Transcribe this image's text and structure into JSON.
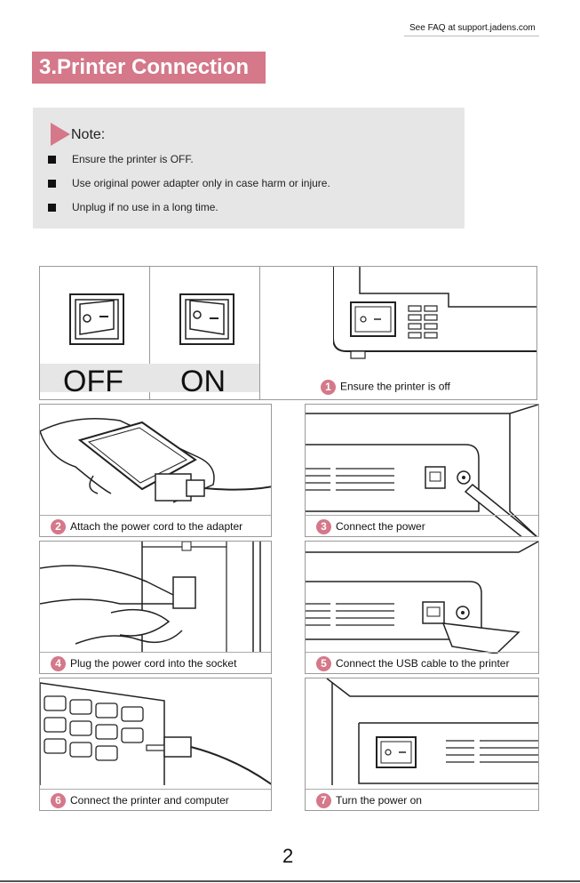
{
  "header": {
    "faq_link": "See FAQ at support.jadens.com"
  },
  "section": {
    "title": "3.Printer Connection"
  },
  "note": {
    "title": "Note:",
    "items": [
      "Ensure the printer is OFF.",
      "Use original power adapter only in case harm or injure.",
      "Unplug if no use in a long time."
    ]
  },
  "switch_labels": {
    "off": "OFF",
    "on": "ON"
  },
  "steps": [
    {
      "num": "1",
      "caption": "Ensure the printer is off"
    },
    {
      "num": "2",
      "caption": "Attach the power cord to the adapter"
    },
    {
      "num": "3",
      "caption": "Connect the power"
    },
    {
      "num": "4",
      "caption": "Plug the power cord into the socket"
    },
    {
      "num": "5",
      "caption": "Connect the USB cable to the printer"
    },
    {
      "num": "6",
      "caption": "Connect the printer and computer"
    },
    {
      "num": "7",
      "caption": "Turn the power on"
    }
  ],
  "footer": {
    "page_number": "2"
  },
  "colors": {
    "accent": "#d4788a",
    "note_bg": "#e6e6e6"
  }
}
